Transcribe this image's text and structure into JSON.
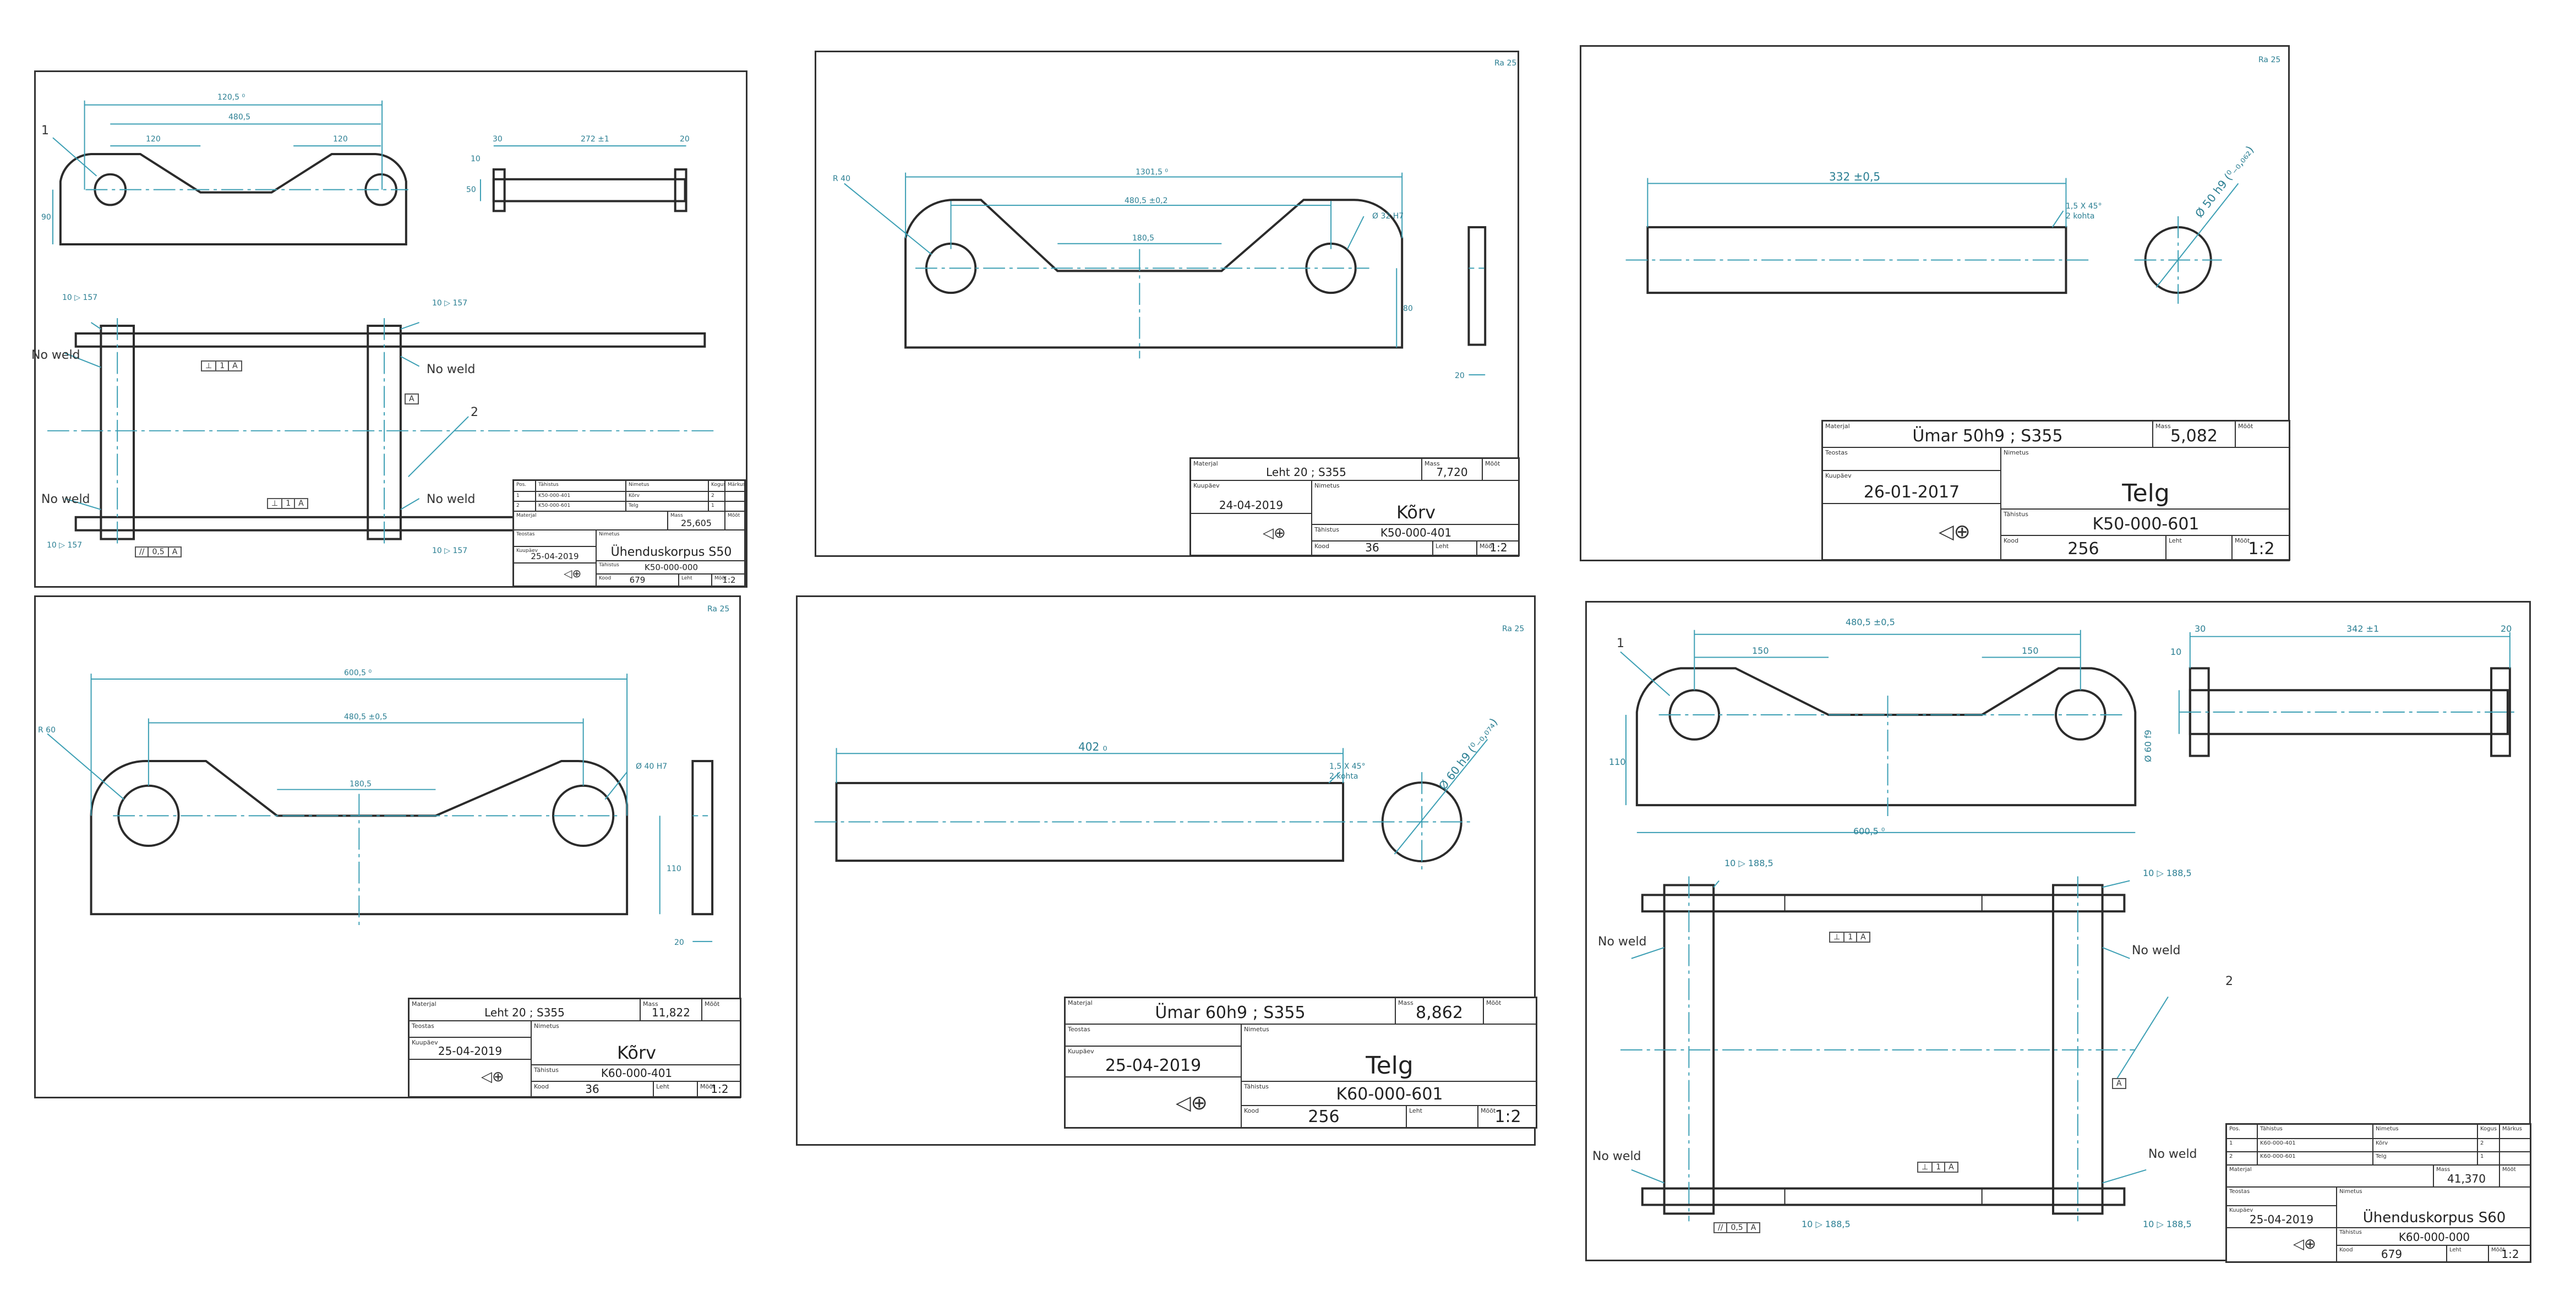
{
  "sheets": {
    "s1": {
      "dims": {
        "total_length": "120,5 ⁰",
        "hole_spacing": "480,5",
        "left_run": "120",
        "right_run": "120",
        "height": "90",
        "axle_length": "272 ±1",
        "flange_left": "30",
        "flange_right": "20",
        "flange_thk": "10",
        "shaft_dia": "50"
      },
      "weld_symbols": [
        "10 ▷ 157",
        "10 ▷ 157",
        "10 ▷ 157",
        "10 ▷ 157"
      ],
      "balloons": [
        "1",
        "2"
      ],
      "no_weld": [
        "No weld",
        "No weld",
        "No weld",
        "No weld"
      ],
      "fcf_top": [
        "⊥",
        "1",
        "A"
      ],
      "fcf_mid": [
        "⊥",
        "1",
        "A"
      ],
      "fcf_bot": [
        "//",
        "0,5",
        "A"
      ],
      "datum": "A",
      "bom_headers": [
        "Pos.",
        "Tähistus",
        "Nimetus",
        "Kogus",
        "Märkus"
      ],
      "bom_rows": [
        [
          "1",
          "K50-000-401",
          "Kõrv",
          "2",
          ""
        ],
        [
          "2",
          "K50-000-601",
          "Telg",
          "1",
          ""
        ]
      ],
      "tb": {
        "material_label": "Materjal",
        "mass_label": "Mass",
        "mass": "25,605",
        "scale_label": "Mõõt",
        "author_label": "Teostas",
        "date_label": "Kuupäev",
        "date": "25-04-2019",
        "name_label": "Nimetus",
        "name": "Ühenduskorpus  S50",
        "code_label": "Tähistus",
        "code": "K50-000-000",
        "kood_label": "Kood",
        "kood": "679",
        "leht_label": "Leht",
        "scale": "1:2"
      }
    },
    "s2": {
      "dims": {
        "total_length": "1301,5 ⁰",
        "hole_spacing": "480,5 ±0,2",
        "mid_flat": "180,5",
        "height": "80",
        "plate_thk": "20",
        "hole_dia": "Ø 32 H7",
        "corner_rad": "R 40"
      },
      "roughness": "Ra 25",
      "tb": {
        "material_label": "Materjal",
        "material": "Leht 20  ;  S355",
        "mass_label": "Mass",
        "mass": "7,720",
        "scale_label": "Mõõt",
        "date_label": "Kuupäev",
        "date": "24-04-2019",
        "name_label": "Nimetus",
        "name": "Kõrv",
        "code_label": "Tähistus",
        "code": "K50-000-401",
        "kood_label": "Kood",
        "kood": "36",
        "leht_label": "Leht",
        "scale": "1:2"
      }
    },
    "s3": {
      "dims": {
        "length": "332 ±0,5",
        "chamfer": "1,5 X 45°",
        "chamfer_note": "2 kohta",
        "dia": "Ø 50 h9 (⁰₋₀,₀₆₂)"
      },
      "roughness": "Ra 25",
      "tb": {
        "material_label": "Materjal",
        "material": "Ümar 50h9   ;   S355",
        "mass_label": "Mass",
        "mass": "5,082",
        "scale_label": "Mõõt",
        "author_label": "Teostas",
        "date_label": "Kuupäev",
        "date": "26-01-2017",
        "name_label": "Nimetus",
        "name": "Telg",
        "code_label": "Tähistus",
        "code": "K50-000-601",
        "kood_label": "Kood",
        "kood": "256",
        "leht_label": "Leht",
        "scale": "1:2"
      }
    },
    "s4": {
      "dims": {
        "total_length": "600,5 ⁰",
        "hole_spacing": "480,5 ±0,5",
        "mid_flat": "180,5",
        "height": "110",
        "plate_thk": "20",
        "hole_dia": "Ø 40 H7",
        "corner_rad": "R 60"
      },
      "roughness": "Ra 25",
      "tb": {
        "material_label": "Materjal",
        "material": "Leht 20  ;  S355",
        "mass_label": "Mass",
        "mass": "11,822",
        "scale_label": "Mõõt",
        "author_label": "Teostas",
        "date_label": "Kuupäev",
        "date": "25-04-2019",
        "name_label": "Nimetus",
        "name": "Kõrv",
        "code_label": "Tähistus",
        "code": "K60-000-401",
        "kood_label": "Kood",
        "kood": "36",
        "leht_label": "Leht",
        "scale": "1:2"
      }
    },
    "s5": {
      "dims": {
        "length": "402 ₀",
        "chamfer": "1,5 X 45°",
        "chamfer_note": "2 kohta",
        "dia": "Ø 60 h9 (⁰₋₀,₀₇₄)"
      },
      "roughness": "Ra 25",
      "tb": {
        "material_label": "Materjal",
        "material": "Ümar 60h9   ;   S355",
        "mass_label": "Mass",
        "mass": "8,862",
        "scale_label": "Mõõt",
        "author_label": "Teostas",
        "date_label": "Kuupäev",
        "date": "25-04-2019",
        "name_label": "Nimetus",
        "name": "Telg",
        "code_label": "Tähistus",
        "code": "K60-000-601",
        "kood_label": "Kood",
        "kood": "256",
        "leht_label": "Leht",
        "scale": "1:2"
      }
    },
    "s6": {
      "dims": {
        "total_length": "600,5 ⁰",
        "hole_spacing": "480,5 ±0,5",
        "left_run": "150",
        "right_run": "150",
        "height": "110",
        "axle_length": "342 ±1",
        "flange_left": "30",
        "flange_right": "20",
        "flange_thk": "10",
        "shaft_dia": "Ø 60 f9"
      },
      "weld_symbols": [
        "10 ▷ 188,5",
        "10 ▷ 188,5",
        "10 ▷ 188,5",
        "10 ▷ 188,5"
      ],
      "balloons": [
        "1",
        "2"
      ],
      "no_weld": [
        "No weld",
        "No weld",
        "No weld",
        "No weld"
      ],
      "fcf_top": [
        "⊥",
        "1",
        "A"
      ],
      "fcf_mid": [
        "⊥",
        "1",
        "A"
      ],
      "fcf_bot": [
        "//",
        "0,5",
        "A"
      ],
      "datum": "A",
      "bom_headers": [
        "Pos.",
        "Tähistus",
        "Nimetus",
        "Kogus",
        "Märkus"
      ],
      "bom_rows": [
        [
          "1",
          "K60-000-401",
          "Kõrv",
          "2",
          ""
        ],
        [
          "2",
          "K60-000-601",
          "Telg",
          "1",
          ""
        ]
      ],
      "tb": {
        "material_label": "Materjal",
        "mass_label": "Mass",
        "mass": "41,370",
        "scale_label": "Mõõt",
        "author_label": "Teostas",
        "date_label": "Kuupäev",
        "date": "25-04-2019",
        "name_label": "Nimetus",
        "name": "Ühenduskorpus  S60",
        "code_label": "Tähistus",
        "code": "K60-000-000",
        "kood_label": "Kood",
        "kood": "679",
        "leht_label": "Leht",
        "scale": "1:2"
      }
    }
  }
}
